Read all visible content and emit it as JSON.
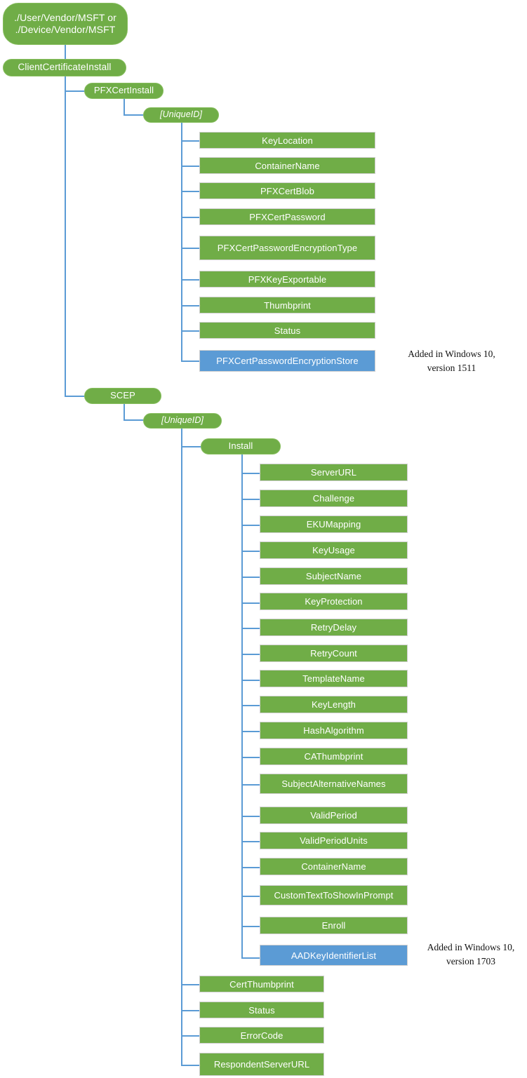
{
  "diagram": {
    "title": "ClientCertificateInstall CSP tree",
    "colors": {
      "node_green": "#70AD47",
      "node_blue": "#5B9BD5",
      "connector": "#5B9BD5",
      "background": "#FFFFFF",
      "node_text": "#FFFFFF",
      "note_text": "#111111"
    },
    "root": {
      "line1": "./User/Vendor/MSFT or",
      "line2": "./Device/Vendor/MSFT"
    },
    "nodes": {
      "client_certificate_install": "ClientCertificateInstall",
      "pfx_cert_install": "PFXCertInstall",
      "pfx_unique_id": "[UniqueID]",
      "scep": "SCEP",
      "scep_unique_id": "[UniqueID]",
      "scep_install": "Install"
    },
    "pfx_children": [
      "KeyLocation",
      "ContainerName",
      "PFXCertBlob",
      "PFXCertPassword",
      "PFXCertPasswordEncryptionType",
      "PFXKeyExportable",
      "Thumbprint",
      "Status",
      "PFXCertPasswordEncryptionStore"
    ],
    "scep_install_children": [
      "ServerURL",
      "Challenge",
      "EKUMapping",
      "KeyUsage",
      "SubjectName",
      "KeyProtection",
      "RetryDelay",
      "RetryCount",
      "TemplateName",
      "KeyLength",
      "HashAlgorithm",
      "CAThumbprint",
      "SubjectAlternativeNames",
      "ValidPeriod",
      "ValidPeriodUnits",
      "ContainerName",
      "CustomTextToShowInPrompt",
      "Enroll",
      "AADKeyIdentifierList"
    ],
    "scep_unique_id_children": [
      "CertThumbprint",
      "Status",
      "ErrorCode",
      "RespondentServerURL"
    ],
    "annotations": {
      "pfx_note_line1": "Added in Windows 10,",
      "pfx_note_line2": "version 1511",
      "scep_note_line1": "Added in Windows 10,",
      "scep_note_line2": "version 1703"
    }
  }
}
